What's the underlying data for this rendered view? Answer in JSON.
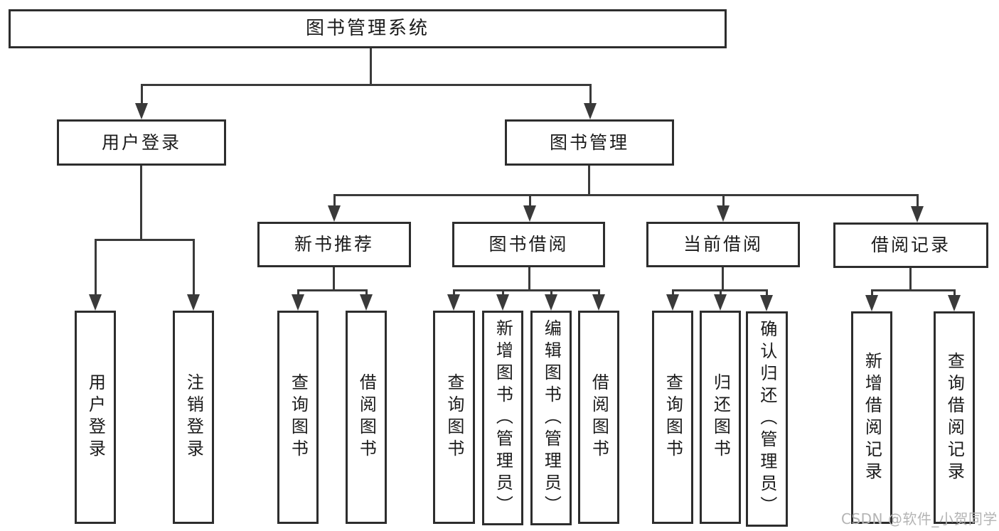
{
  "tree": {
    "label": "图书管理系统",
    "children": [
      {
        "label": "用户登录",
        "children": [
          {
            "label": "用户登录"
          },
          {
            "label": "注销登录"
          }
        ]
      },
      {
        "label": "图书管理",
        "children": [
          {
            "label": "新书推荐",
            "children": [
              {
                "label": "查询图书"
              },
              {
                "label": "借阅图书"
              }
            ]
          },
          {
            "label": "图书借阅",
            "children": [
              {
                "label": "查询图书"
              },
              {
                "label": "新增图书（管理员）"
              },
              {
                "label": "编辑图书（管理员）"
              },
              {
                "label": "借阅图书"
              }
            ]
          },
          {
            "label": "当前借阅",
            "children": [
              {
                "label": "查询图书"
              },
              {
                "label": "归还图书"
              },
              {
                "label": "确认归还（管理员）"
              }
            ]
          },
          {
            "label": "借阅记录",
            "children": [
              {
                "label": "新增借阅记录"
              },
              {
                "label": "查询借阅记录"
              }
            ]
          }
        ]
      }
    ]
  },
  "watermark": {
    "text": "CSDN @软件_小贺同学"
  },
  "colors": {
    "background": "#ffffff",
    "box_border": "#2d2d2d",
    "line": "#3a3a3a",
    "text": "#1b1b1b",
    "watermark": "#b4b4b4"
  }
}
